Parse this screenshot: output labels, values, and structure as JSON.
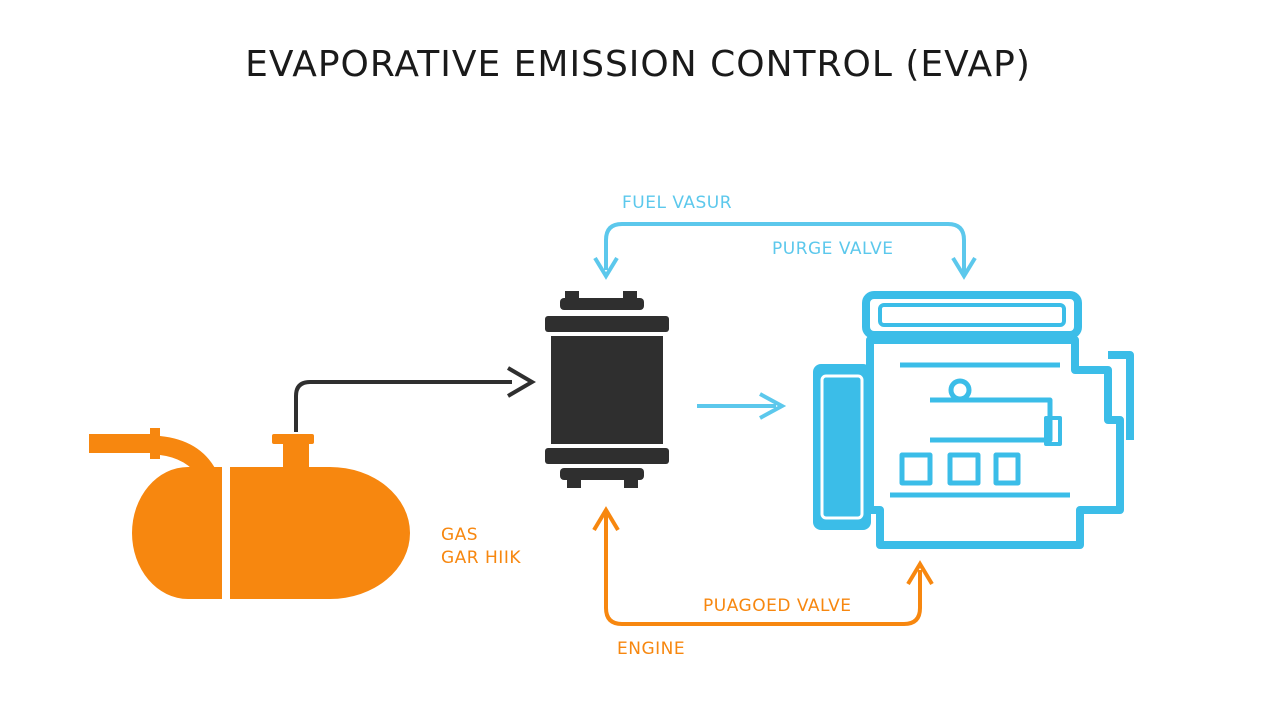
{
  "title": "EVAPORATIVE EMISSION CONTROL (EVAP)",
  "labels": {
    "fuel_vapor": "FUEL VASUR",
    "purge_valve_top": "PURGE VALVE",
    "gas_line1": "GAS",
    "gas_line2": "GAR HIIK",
    "purge_valve_bottom": "PUAGOED VALVE",
    "engine": "ENGINE"
  },
  "colors": {
    "title": "#1a1a1a",
    "tank": "#f7870f",
    "canister": "#2f2f2f",
    "engine": "#3bbde8",
    "vapor_line": "#5cc8ec",
    "return_line": "#f7870f",
    "feed_line": "#2f2f2f"
  },
  "icons": {
    "tank": "fuel-tank-icon",
    "canister": "charcoal-canister-icon",
    "engine": "engine-icon"
  }
}
